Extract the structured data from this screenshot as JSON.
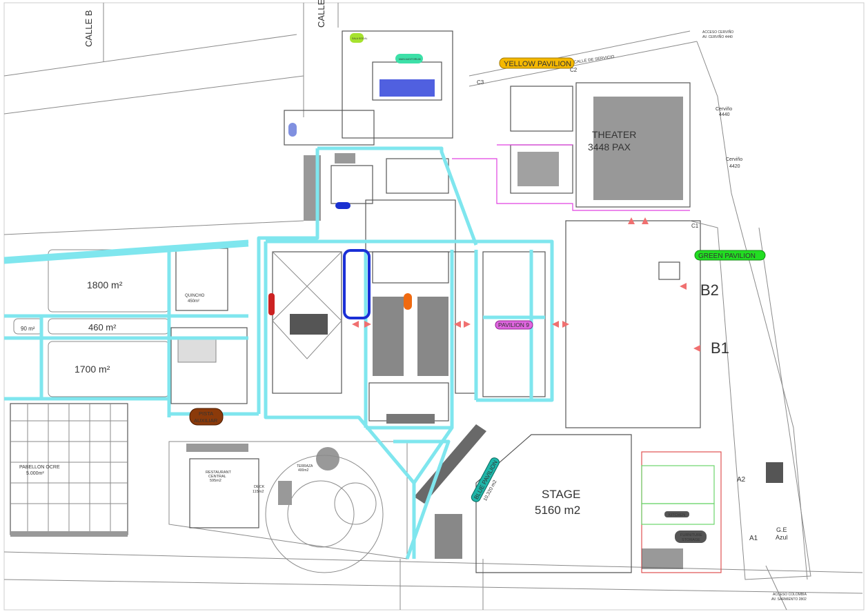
{
  "streets": {
    "calle_b": "CALLE B",
    "calle": "CALLE",
    "calle_servicio": "CALLE DE SERVICIO",
    "acceso_cervino_1": "ACCESO CERVIÑO",
    "acceso_cervino_2": "AV. CERVIÑO 4440",
    "cervino_4440_1": "Cerviño",
    "cervino_4440_2": "4440",
    "cervino_4420_1": "Cerviño",
    "cervino_4420_2": "4420",
    "acceso_colombia_1": "ACCESO COLOMBIA",
    "acceso_colombia_2": "AV. SARMIENTO 2802"
  },
  "badges": {
    "sala_social": "SALA SOCIAL",
    "main_auditorium": "MAIN AUDITORIUM",
    "yellow_pavilion": "YELLOW PAVILION",
    "green_pavilion": "GREEN PAVILION",
    "pavilion_9": "PAVILION 9",
    "pista_auxiliar_1": "PISTA",
    "pista_auxiliar_2": "AUXILIAR",
    "blue_pavilion": "BLUE PAVILION",
    "blue_pavilion_area": "10,320 m2",
    "furniture_storage_1": "FURNITURE",
    "furniture_storage_2": "STORAGE",
    "kitchen": "KITCHEN"
  },
  "areas": {
    "theater_1": "THEATER",
    "theater_2": "3448 PAX",
    "stage_1": "STAGE",
    "stage_2": "5160 m2",
    "a1800": "1800 m²",
    "a460": "460 m²",
    "a90": "90 m²",
    "a1700": "1700 m²",
    "quincho_1": "QUINCHO",
    "quincho_2": "450m²",
    "pabellon_ocre_1": "PABELLON OCRE",
    "pabellon_ocre_2": "5.000m²",
    "restaurant_1": "RESTAURANT",
    "restaurant_2": "CENTRAL",
    "restaurant_3": "595m2",
    "deck_1": "DECK",
    "deck_2": "115m2",
    "terraza_1": "TERRAZA",
    "terraza_2": "400m2"
  },
  "gates": {
    "c1": "C1",
    "c2": "C2",
    "c3": "C3",
    "b1": "B1",
    "b2": "B2",
    "a1": "A1",
    "a2": "A2",
    "ge_1": "G.E",
    "ge_2": "Azul"
  },
  "colors": {
    "walkway": "#7fe6ee",
    "yellow_pavilion": "#f5b800",
    "green_pavilion": "#22dd22",
    "pavilion_9": "#e066e0",
    "blue_pavilion": "#1fb5a8",
    "pista_auxiliar": "#8b3a0a",
    "highlight": "#1a2fd6"
  }
}
